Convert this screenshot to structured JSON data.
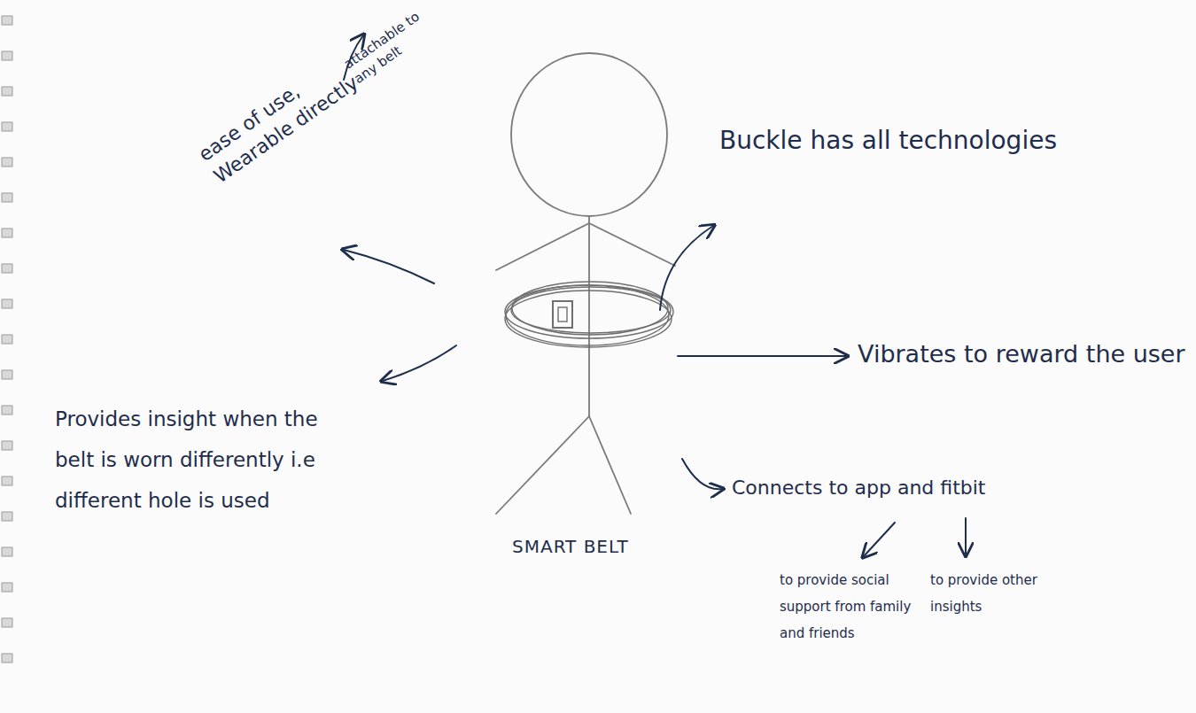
{
  "diagram": {
    "labels": [
      "ease of use, Wearable directly",
      "attachable to any belt",
      "Buckle has all technologies",
      "Vibrates to reward the user",
      "Provides insight when the belt is worn differently i.e different hole is used",
      "Connects to app and fitbit",
      "to provide social support from family and friends",
      "to provide other insights",
      "SMART BELT"
    ]
  }
}
